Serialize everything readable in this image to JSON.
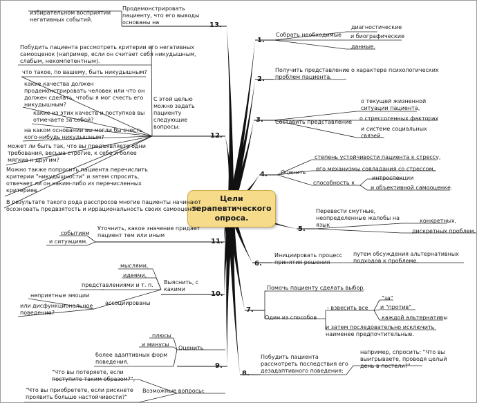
{
  "center": "Цели\nтерапевтического\nопроса.",
  "topics": [
    {
      "id": "t1",
      "number": "1.",
      "label": "Собрать необходимые",
      "children": [
        "диагностические",
        "и биографические",
        "данные."
      ]
    },
    {
      "id": "t2",
      "number": "2.",
      "label": "Получить представление о характере психологических\nпроблем пациента.",
      "children": []
    },
    {
      "id": "t3",
      "number": "3.",
      "label": "Составить представление",
      "children": [
        "о текущей жизненной\nситуации пациента,",
        "о стрессогенных факторах",
        "и системе социальных\nсвязей."
      ]
    },
    {
      "id": "t4",
      "number": "4.",
      "label": "Оценить",
      "children": [
        "степень устойчивости пациента к стрессу,",
        "его механизмы совладания со стрессом,",
        "способность к"
      ],
      "grandchildren": [
        "интроспекции",
        "и объективной самооценке."
      ]
    },
    {
      "id": "t5",
      "number": "5.",
      "label": "Перевести смутные,\nнеопределенные жалобы на\nязык",
      "children": [
        "конкретных,",
        "дискретных проблем."
      ]
    },
    {
      "id": "t6",
      "number": "6.",
      "label": "Инициировать процесс\nпринятия решения",
      "children": [
        "путем обсуждения альтернативных\nподходов к проблеме."
      ]
    },
    {
      "id": "t7",
      "number": "7.",
      "label": "Помочь пациенту сделать выбор.",
      "sub_label": "Один из способов",
      "children": [
        "- взвесить все",
        "и затем последовательно исключить\nнаименее предпочтительные."
      ],
      "grandchildren": [
        "\"за\"",
        "и \"против\"",
        "каждой альтернативы"
      ]
    },
    {
      "id": "t8",
      "number": "8.",
      "label": "Побудить пациента\nрассмотреть последствия его\nдезадаптивного поведения:",
      "children": [
        "например, спросить: \"Что вы\nвыигрываете, проводя целый\nдень в постели?\""
      ]
    },
    {
      "id": "t9",
      "number": "9.",
      "label": "Оценить",
      "sub_label": "Возможные вопросы:",
      "children": [
        "плюсы",
        "и минусы",
        "более адаптивных форм\nповедения."
      ],
      "questions": [
        "\"Что вы потеряете, если\nпоступите таким образом?\",",
        "\"Что вы приобретете, если рискнете\nпроявить больше настойчивости?\""
      ]
    },
    {
      "id": "t10",
      "number": "10.",
      "label": "Выяснить, с\nкакими",
      "children": [
        "мыслями,",
        "идеями,",
        "представлениями и т. п.",
        "ассоциированы"
      ],
      "grandchildren": [
        "неприятные эмоции",
        "или дисфункциональное\nповедение?"
      ]
    },
    {
      "id": "t11",
      "number": "11.",
      "label": "Уточнить, какое значение придает\nпациент тем или иным",
      "children": [
        "событиям",
        "и ситуациям."
      ]
    },
    {
      "id": "t12",
      "number": "12.",
      "label": "С этой целью\nможно задать\nпациенту\nследующие\nвопросы:",
      "intro": "Побудить пациента рассмотреть критерии его негативных\nсамооценок (например, если он считает себя никудышным,\nслабым, некомпетентным).",
      "children": [
        "что такое, по вашему, быть никудышным?",
        "какие качества должен\nпродемонстрировать человек или что он\nдолжен сделать, чтобы я мог счесть его\nникудышным?",
        "какие из этих качеств и поступков вы\nотмечаете за собой?",
        "на каком основании вы могли бы счесть\nкого-нибудь никудышным?",
        "может ли быть так, что вы предъявляете одни\nтребования, весьма строгие, к себе и более\nмягкие к другим?",
        "Можно также попросить пациента перечислить\nкритерии \"никудышности\" и затем спросить,\nотвечает ли он каким-либо из перечисленных\nкритериев."
      ],
      "outro": "В результате такого рода расспросов многие пациенты начинают\nосозновать предвзятость и иррациональность своих самооценок."
    },
    {
      "id": "t13",
      "number": "13.",
      "label": "Продемонстрировать\nпациенту, что его выводы\nоснованы на",
      "children": [
        "избирательном восприятии\nнегативных событий."
      ]
    }
  ]
}
